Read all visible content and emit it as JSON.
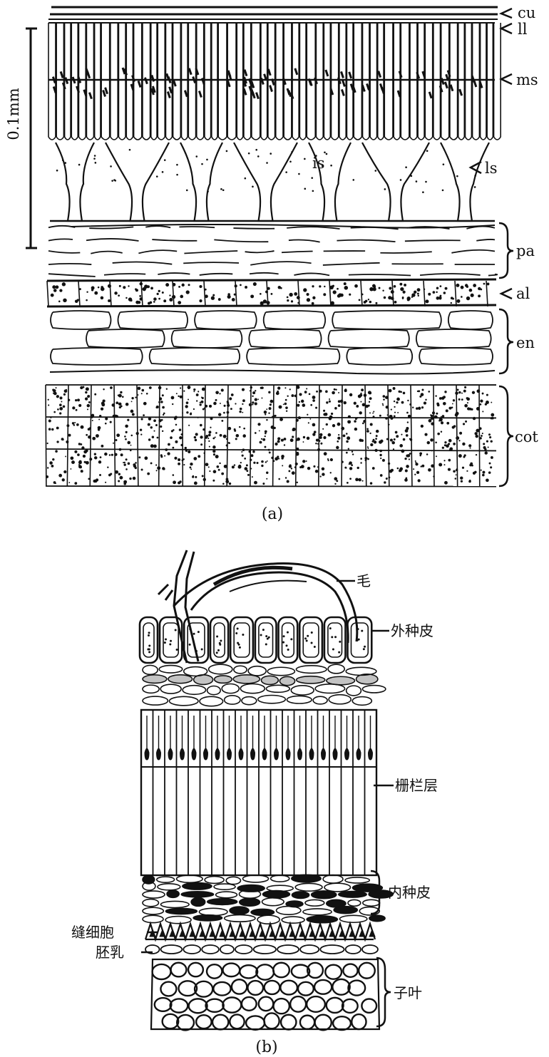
{
  "panel_a": {
    "scale_label": "0.1mm",
    "labels": {
      "cu": "cu",
      "ll": "ll",
      "ms": "ms",
      "ls": "ls",
      "is": "is",
      "pa": "pa",
      "al": "al",
      "en": "en",
      "cot": "cot"
    },
    "caption": "(a)"
  },
  "panel_b": {
    "labels": {
      "hair": "毛",
      "outer_seed_coat": "外种皮",
      "palisade": "栅栏层",
      "inner_seed_coat": "内种皮",
      "suture_cells": "缝细胞",
      "endosperm": "胚乳",
      "cotyledon": "子叶"
    },
    "caption": "(b)"
  },
  "colors": {
    "ink": "#111111",
    "paper": "#ffffff"
  }
}
